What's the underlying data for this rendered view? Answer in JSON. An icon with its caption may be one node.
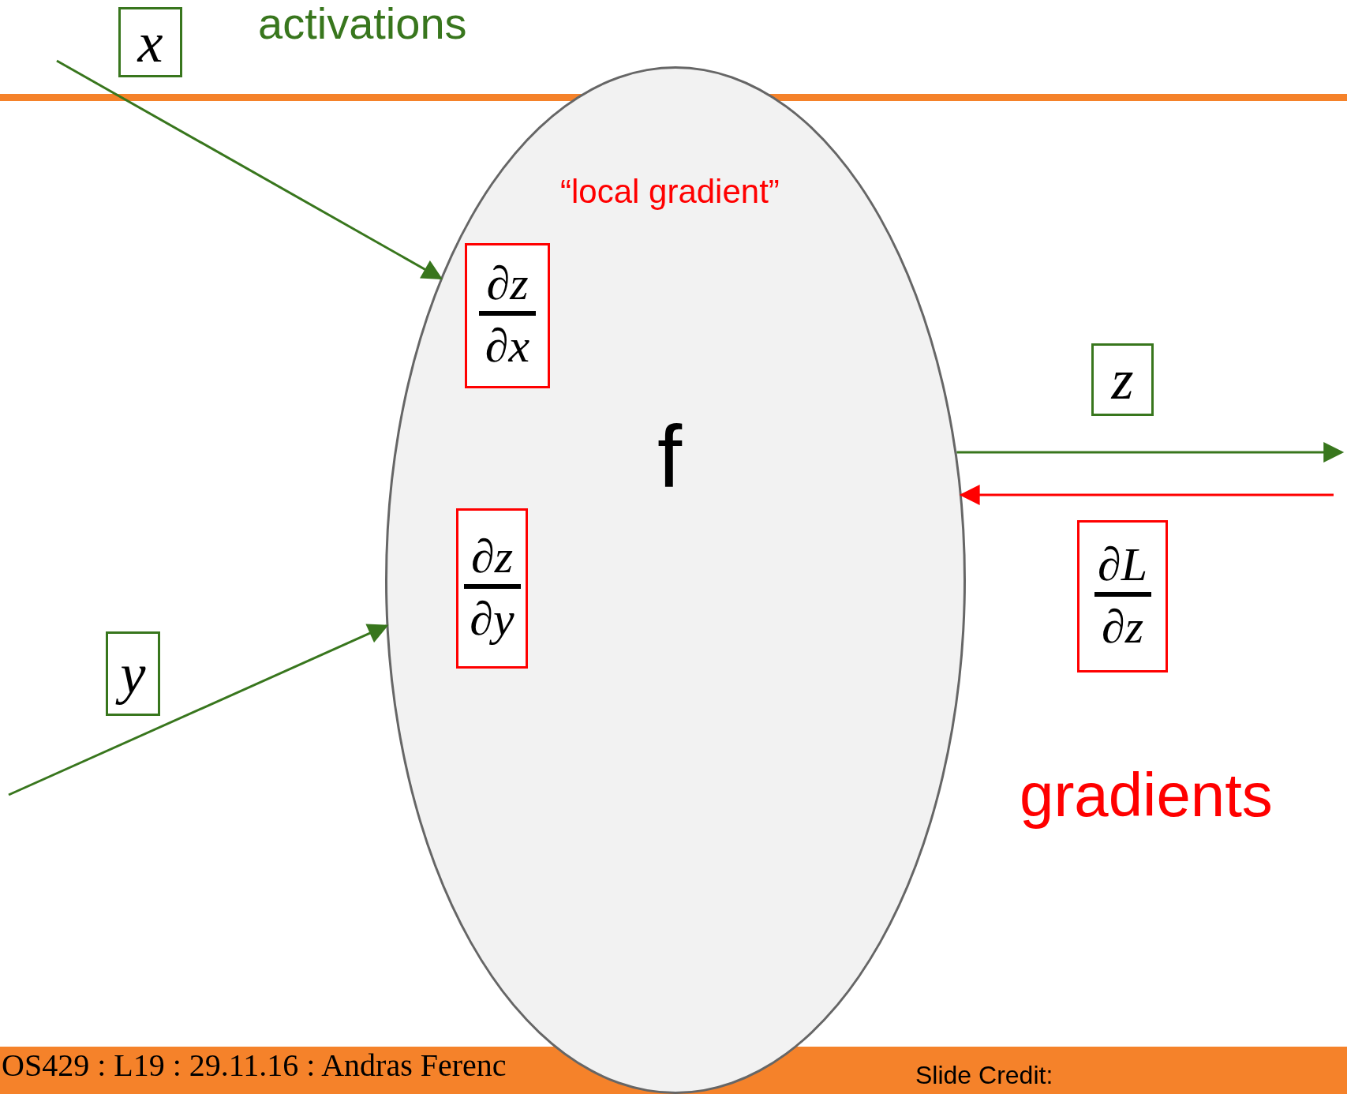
{
  "diagram": {
    "nodes": [
      {
        "text": [
          "x"
        ]
      },
      {
        "text": [
          "f"
        ]
      },
      {
        "text": [
          "∂z",
          "∂x"
        ],
        "in": 1
      },
      {
        "text": [
          "∂z",
          "∂y"
        ],
        "in": 1
      },
      {
        "text": [
          "z"
        ]
      },
      {
        "text": [
          "∂L",
          "∂z"
        ]
      },
      {
        "text": [
          "y"
        ]
      }
    ],
    "edges": [
      {
        "from": null,
        "to": 1,
        "arrow": "to"
      },
      {
        "from": null,
        "to": 1,
        "arrow": "to"
      },
      {
        "from": 1,
        "to": null,
        "arrow": "to"
      },
      {
        "from": null,
        "to": 1,
        "arrow": "to",
        "color": "#ff0000"
      }
    ],
    "labels": [
      "activations",
      "“local gradient”",
      "gradients",
      "OS429 : L19 : 29.11.16 : Andras Ferenc",
      "Slide Credit:"
    ]
  }
}
